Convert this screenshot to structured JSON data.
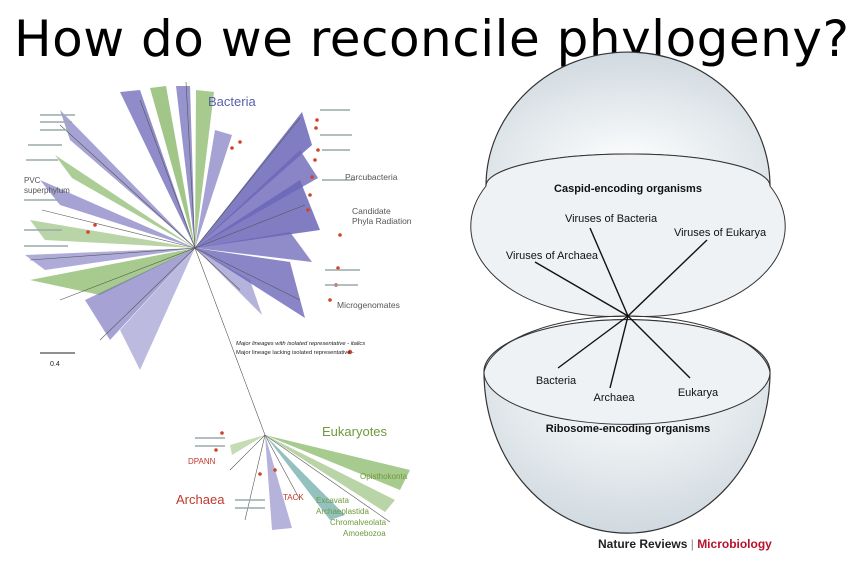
{
  "title": "How do we reconcile phylogeny?",
  "tree": {
    "domains": {
      "bacteria": "Bacteria",
      "eukaryotes": "Eukaryotes",
      "archaea": "Archaea"
    },
    "groups": {
      "parcubacteria": "Parcubacteria",
      "cpr_line1": "Candidate",
      "cpr_line2": "Phyla Radiation",
      "microgenomates": "Microgenomates",
      "pvc_line1": "PVC",
      "pvc_line2": "superphylum",
      "dpann": "DPANN",
      "tack": "TACK",
      "opisthokonta": "Opisthokonta",
      "excavata": "Excavata",
      "archaeplastida": "Archaeplastida",
      "chromalveolata": "Chromalveolata",
      "amoebozoa": "Amoebozoa"
    },
    "legend": {
      "italics": "Major lineages with isolated representative - italics",
      "dot": "Major lineage lacking isolated representative -"
    },
    "scale": "0.4",
    "colors": {
      "bacteria_label": "#5a5fa8",
      "purple_wedge": "#6b66b8",
      "green_wedge": "#8ab86a",
      "eukaryote_label": "#6f9a3c",
      "archaea_label": "#c0392b",
      "red_dot": "#d0442a",
      "teal": "#3a8e8c"
    }
  },
  "diagram": {
    "top_hemisphere": "Caspid-encoding organisms",
    "bottom_hemisphere": "Ribosome-encoding organisms",
    "viruses": [
      "Viruses of Bacteria",
      "Viruses of Eukarya",
      "Viruses of Archaea"
    ],
    "cells": [
      "Bacteria",
      "Archaea",
      "Eukarya"
    ]
  },
  "credit": {
    "journal": "Nature Reviews",
    "separator": "|",
    "section": "Microbiology"
  }
}
